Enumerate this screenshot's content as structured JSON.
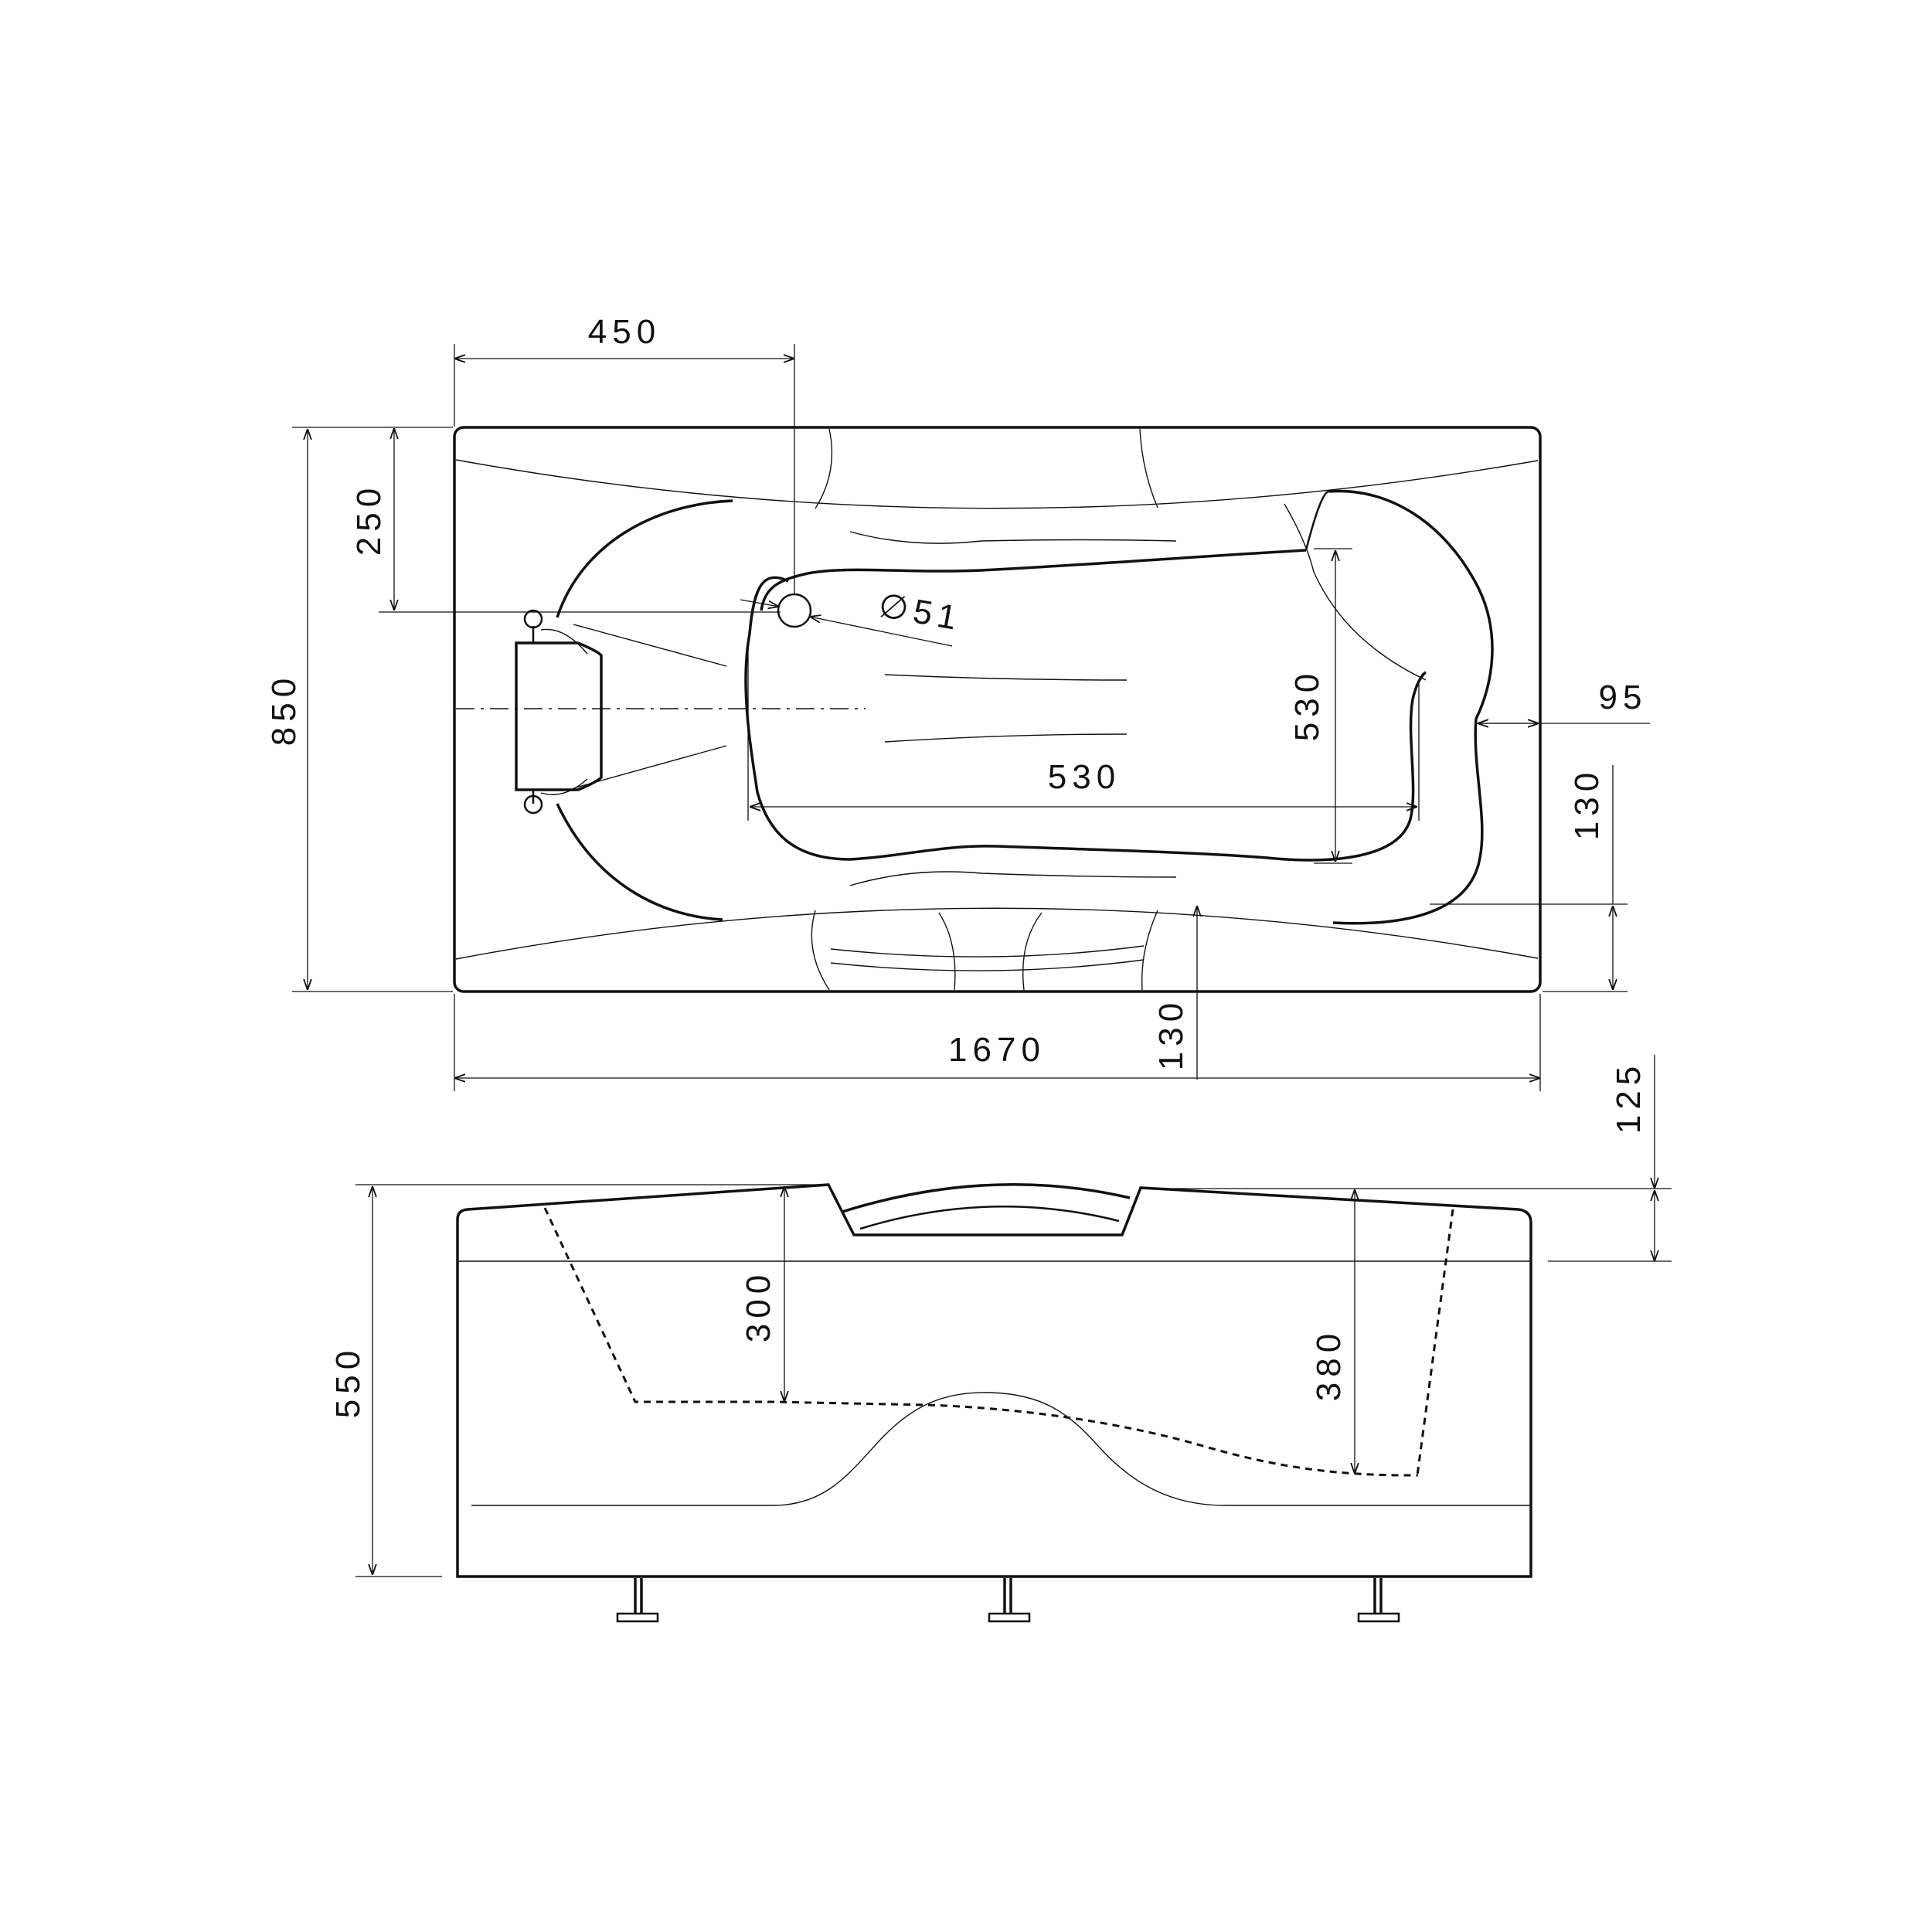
{
  "top_view": {
    "dims": {
      "overall_length": "1670",
      "overall_width": "850",
      "drain_from_end": "450",
      "drain_from_side": "250",
      "drain_diameter": "51",
      "inner_length": "530",
      "inner_width": "530",
      "end_offset": "95",
      "side_offset_right": "130",
      "side_offset_bottom": "130"
    }
  },
  "side_view": {
    "dims": {
      "overall_height": "550",
      "depth_left": "300",
      "depth_right": "380",
      "rim_step": "125"
    }
  },
  "symbols": {
    "diameter": "∅"
  }
}
